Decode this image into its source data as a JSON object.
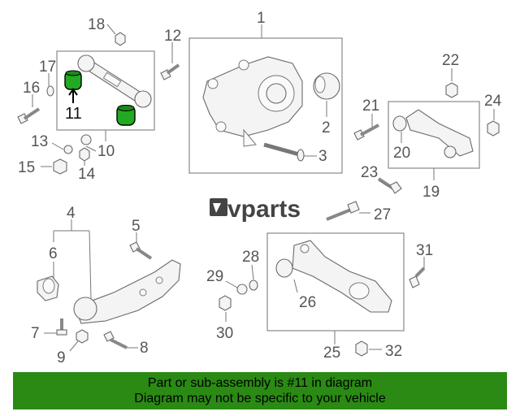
{
  "brand": {
    "name": "vparts"
  },
  "highlight_color": "#22aa22",
  "banner_color": "#2a8a14",
  "callouts": {
    "c1": "1",
    "c2": "2",
    "c3": "3",
    "c4": "4",
    "c5": "5",
    "c6": "6",
    "c7": "7",
    "c8": "8",
    "c9": "9",
    "c10": "10",
    "c11": "11",
    "c12": "12",
    "c13": "13",
    "c14": "14",
    "c15": "15",
    "c16": "16",
    "c17": "17",
    "c18": "18",
    "c19": "19",
    "c20": "20",
    "c21": "21",
    "c22": "22",
    "c23": "23",
    "c24": "24",
    "c25": "25",
    "c26": "26",
    "c27": "27",
    "c28": "28",
    "c29": "29",
    "c30": "30",
    "c31": "31",
    "c32": "32"
  },
  "banner": {
    "line1": "Part or sub-assembly is #11 in diagram",
    "line2": "Diagram may not be specific to your vehicle"
  }
}
